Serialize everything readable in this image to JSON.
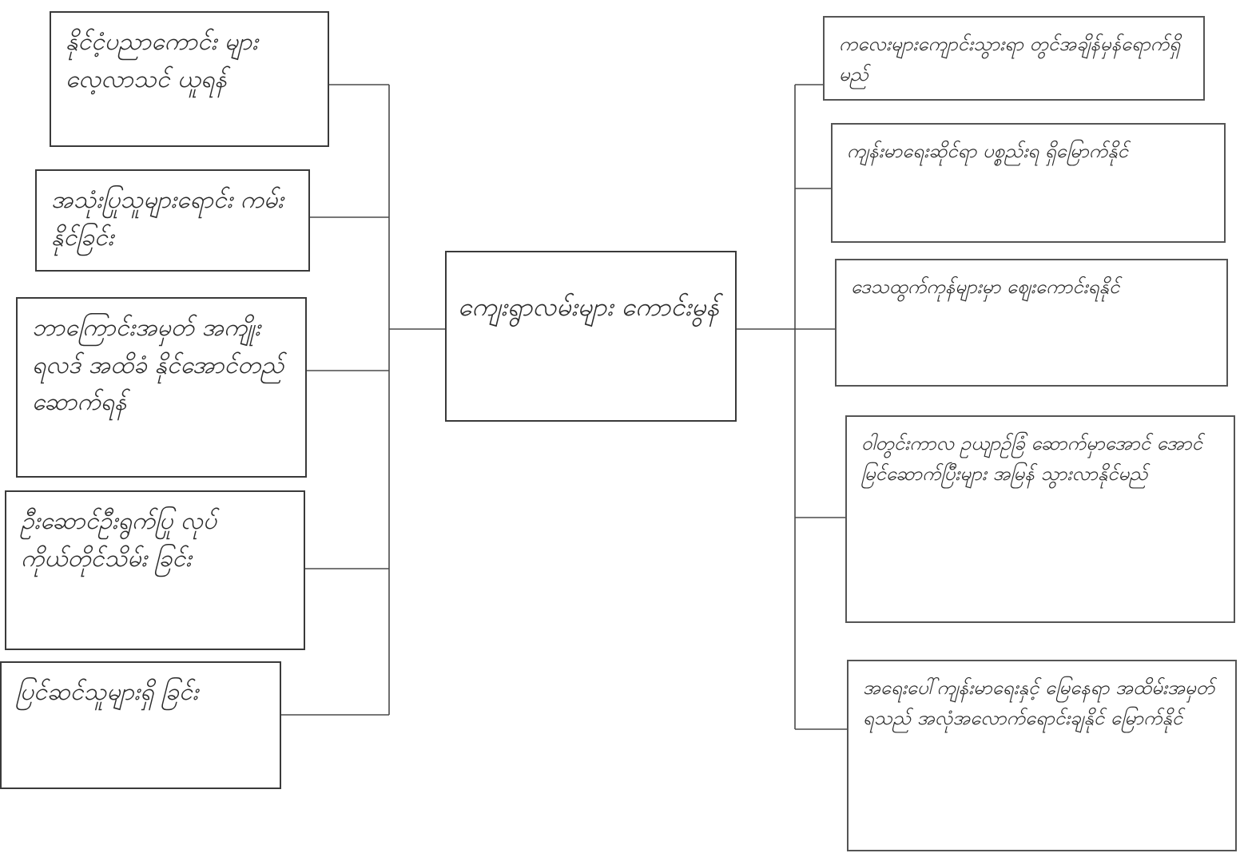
{
  "diagram": {
    "center": {
      "text": "ကျေးရွာလမ်းများ ကောင်းမွန်"
    },
    "left_items": [
      {
        "text": "နိုင်ငံ့ပညာကောင်း များလေ့လာသင် ယူရန်"
      },
      {
        "text": "အသုံးပြုသူများရောင်း ကမ်းနိုင်ခြင်း"
      },
      {
        "text": "ဘာကြောင်းအမှတ် အကျိုးရလဒ် အထိခံ နိုင်အောင်တည် ဆောက်ရန်"
      },
      {
        "text": "ဦးဆောင်ဦးရွက်ပြု လုပ်ကိုယ်တိုင်သိမ်း ခြင်း"
      },
      {
        "text": "ပြင်ဆင်သူများရှိ ခြင်း"
      }
    ],
    "right_items": [
      {
        "text": "ကလေးများကျောင်းသွားရာ တွင်အချိန်မှန်ရောက်ရှိမည်"
      },
      {
        "text": "ကျန်းမာရေးဆိုင်ရာ ပစ္စည်းရ ရှိမြောက်နိုင်"
      },
      {
        "text": "ဒေသထွက်ကုန်များမှာ ဈေးကောင်းရနိုင်"
      },
      {
        "text": "ဝါတွင်းကာလ ဥယျာဉ်ခြံ ဆောက်မှာအောင် အောင် မြင်ဆောက်ပြီးများ အမြန် သွားလာနိုင်မည်"
      },
      {
        "text": "အရေးပေါ်ကျန်းမာရေးနှင့် မြေနေရာ အထိမ်းအမှတ် ရသည် အလုံအလောက်ရောင်းချနိုင် မြောက်နိုင်"
      }
    ]
  }
}
